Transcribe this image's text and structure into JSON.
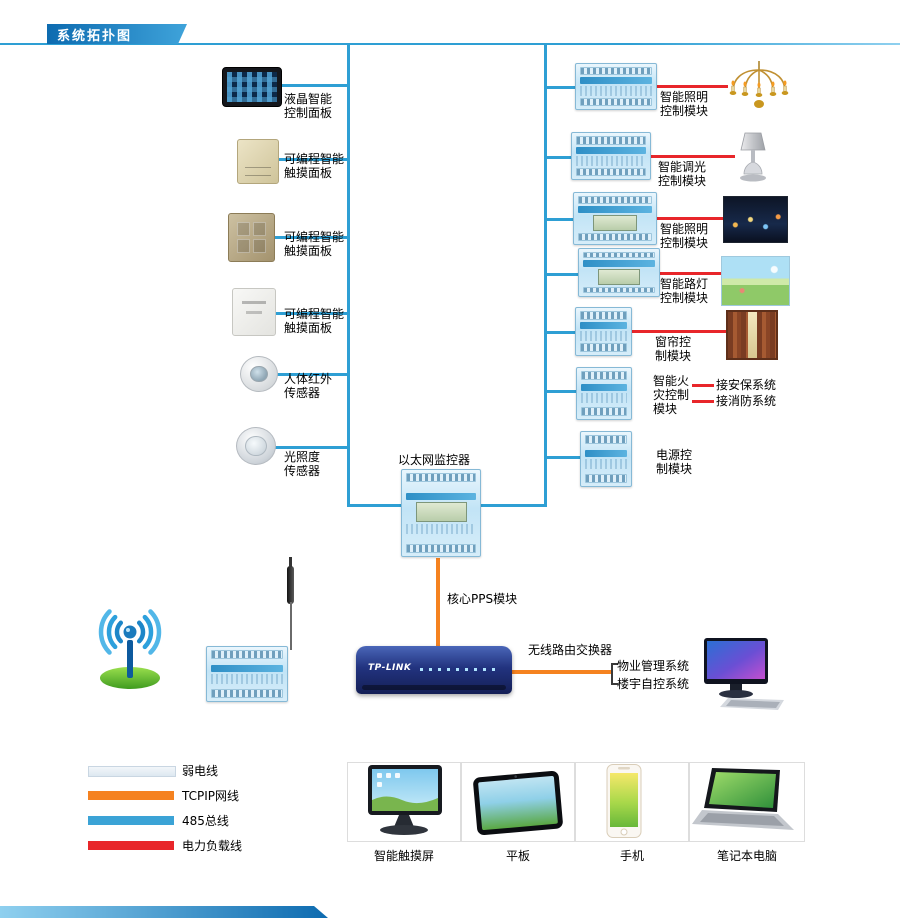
{
  "header": {
    "title": "系统拓扑图"
  },
  "colors": {
    "bus_485_blue": "#2e9fd4",
    "tcpip_orange": "#f58220",
    "power_load_red": "#e8262a",
    "weak_current_gray": "#e7eef5"
  },
  "left_branch": {
    "devices": [
      {
        "label": "液晶智能\n控制面板"
      },
      {
        "label": "可编程智能\n触摸面板"
      },
      {
        "label": "可编程智能\n触摸面板"
      },
      {
        "label": "可编程智能\n触摸面板"
      },
      {
        "label": "人体红外\n传感器"
      },
      {
        "label": "光照度\n传感器"
      }
    ]
  },
  "right_branch": {
    "modules": [
      {
        "label": "智能照明\n控制模块"
      },
      {
        "label": "智能调光\n控制模块"
      },
      {
        "label": "智能照明\n控制模块"
      },
      {
        "label": "智能路灯\n控制模块"
      },
      {
        "label": "窗帘控\n制模块"
      },
      {
        "label": "智能火\n灾控制\n模块"
      },
      {
        "label": "电源控\n制模块"
      }
    ],
    "external_links": [
      "接安保系统",
      "接消防系统"
    ]
  },
  "center": {
    "ethernet_monitor": "以太网监控器",
    "core_pps": "核心PPS模块",
    "router_name": "无线路由交换器",
    "router_brand": "TP-LINK",
    "property_system": "物业管理系统",
    "building_system": "楼宇自控系统"
  },
  "legend": {
    "items": [
      {
        "label": "弱电线",
        "color": "#e7eef5"
      },
      {
        "label": "TCPIP网线",
        "color": "#f58220"
      },
      {
        "label": "485总线",
        "color": "#3ba3d6"
      },
      {
        "label": "电力负载线",
        "color": "#e8262a"
      }
    ]
  },
  "terminals": {
    "items": [
      {
        "label": "智能触摸屏"
      },
      {
        "label": "平板"
      },
      {
        "label": "手机"
      },
      {
        "label": "笔记本电脑"
      }
    ]
  }
}
